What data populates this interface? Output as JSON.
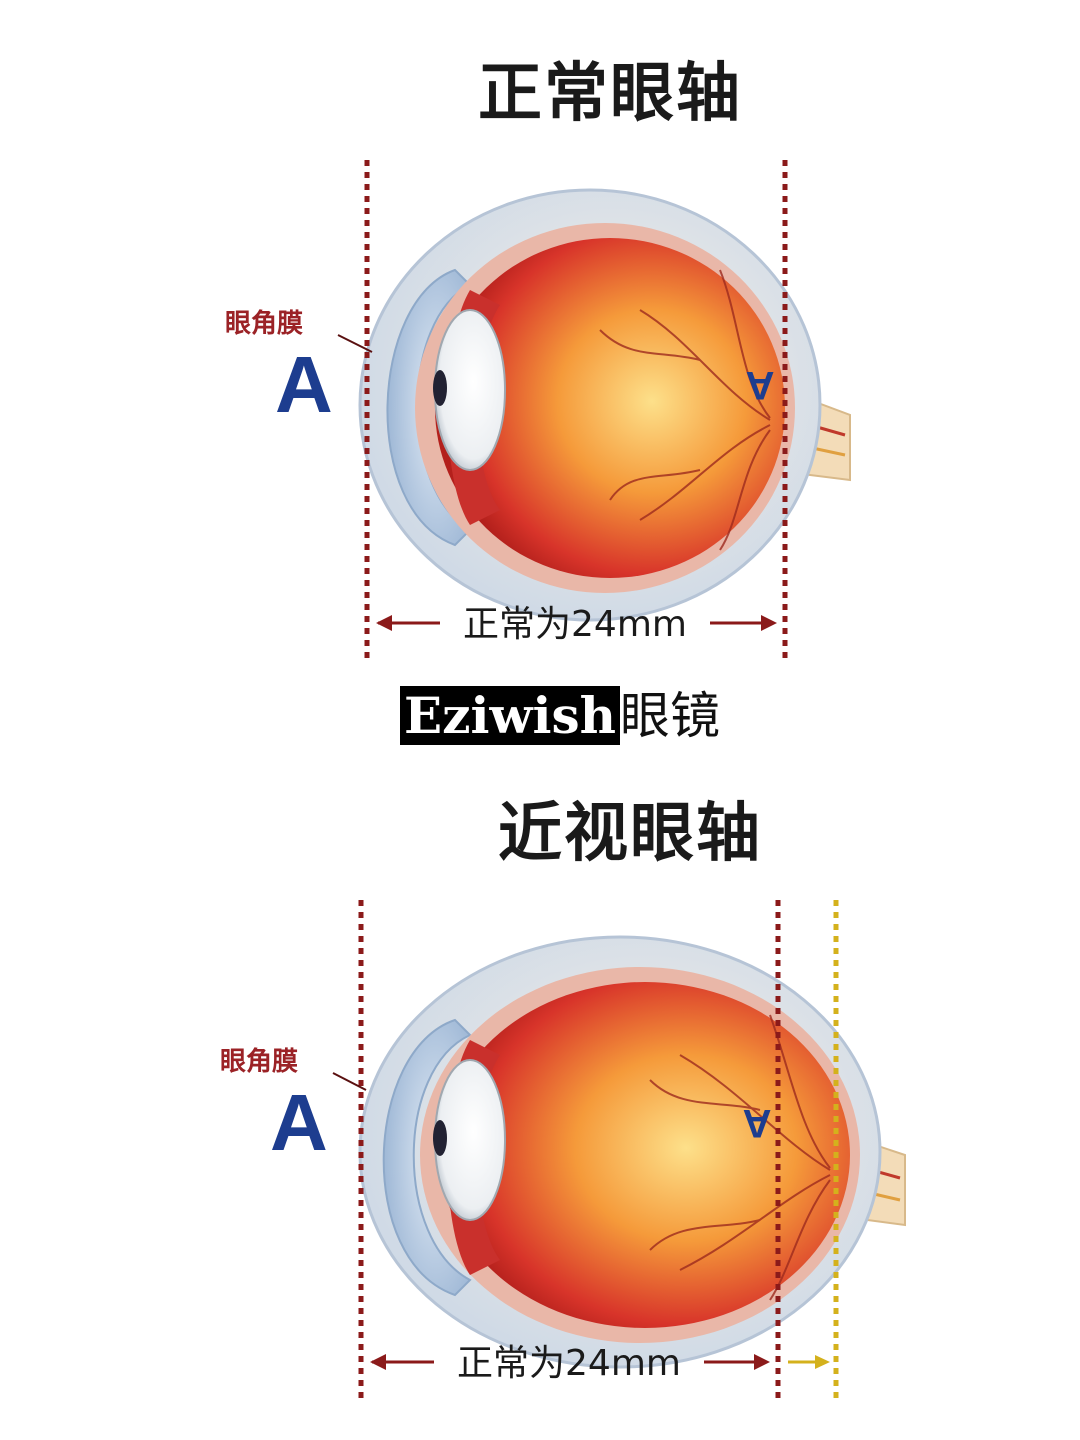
{
  "titles": {
    "normal": "正常眼轴",
    "myopia": "近视眼轴"
  },
  "brand": {
    "mark": "Eziwish",
    "suffix": "眼镜"
  },
  "labels": {
    "cornea": "眼角膜",
    "letter": "A",
    "dimension": "正常为24mm"
  },
  "colors": {
    "boundary_line": "#8b1a1a",
    "extension_line": "#d4b11c",
    "letter": "#1d3d8f"
  }
}
